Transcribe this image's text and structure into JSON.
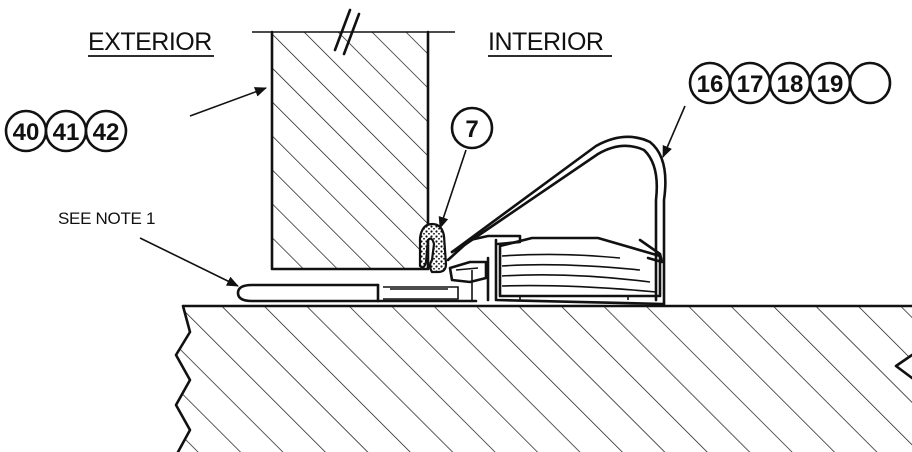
{
  "labels": {
    "exterior": "EXTERIOR",
    "interior": "INTERIOR",
    "see_note": "SEE NOTE 1"
  },
  "callouts": {
    "glass": [
      "40",
      "41",
      "42"
    ],
    "gasket": [
      "7"
    ],
    "stop": [
      "16",
      "17",
      "18",
      "19"
    ]
  },
  "colors": {
    "line": "#111111",
    "background": "#ffffff"
  }
}
